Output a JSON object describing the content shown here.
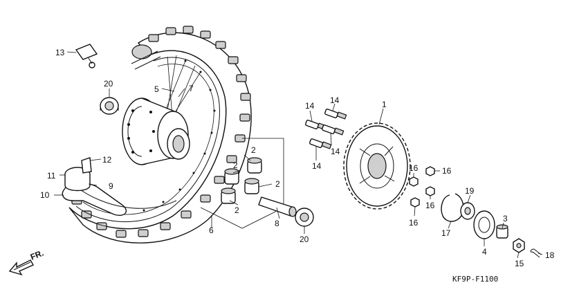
{
  "labels": {
    "p1": "1",
    "p2a": "2",
    "p2b": "2",
    "p2c": "2",
    "p2d": "2",
    "p3": "3",
    "p4": "4",
    "p5": "5",
    "p6": "6",
    "p7": "7",
    "p8": "8",
    "p9": "9",
    "p10": "10",
    "p11": "11",
    "p12": "12",
    "p13": "13",
    "p14a": "14",
    "p14b": "14",
    "p14c": "14",
    "p14d": "14",
    "p15": "15",
    "p16a": "16",
    "p16b": "16",
    "p16c": "16",
    "p16d": "16",
    "p17": "17",
    "p18": "18",
    "p19": "19",
    "p20a": "20",
    "p20b": "20"
  },
  "direction_label": "FR.",
  "diagram_code": "KF9P-F1100"
}
